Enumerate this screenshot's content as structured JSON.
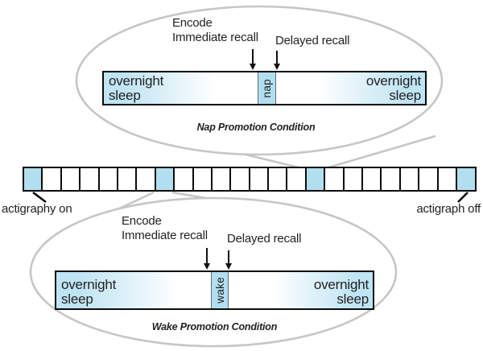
{
  "figure": {
    "nap": {
      "encode_line1": "Encode",
      "encode_line2": "Immediate recall",
      "delayed_recall": "Delayed recall",
      "sleep_left_line1": "overnight",
      "sleep_left_line2": "sleep",
      "sleep_right_line1": "overnight",
      "sleep_right_line2": "sleep",
      "interval": "nap",
      "caption": "Nap Promotion Condition"
    },
    "wake": {
      "encode_line1": "Encode",
      "encode_line2": "Immediate recall",
      "delayed_recall": "Delayed recall",
      "sleep_left_line1": "overnight",
      "sleep_left_line2": "sleep",
      "sleep_right_line1": "overnight",
      "sleep_right_line2": "sleep",
      "interval": "wake",
      "caption": "Wake Promotion Condition"
    },
    "timeline": {
      "box_count": 24,
      "highlighted_boxes": [
        1,
        8,
        16,
        24
      ],
      "start_label": "actigraphy on",
      "end_label": "actigraph off"
    },
    "colors": {
      "highlight_blue": "#b2dff0",
      "gradient_blue": "#bfe4f3",
      "ellipse_gray": "#c6c6c6",
      "text_dark": "#231f20"
    }
  }
}
